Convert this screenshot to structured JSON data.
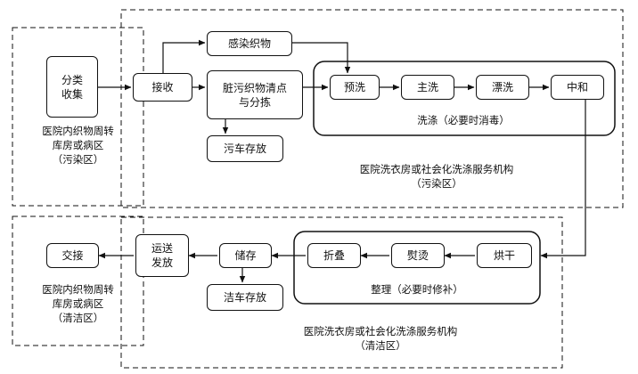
{
  "nodes": {
    "sort_collect": "分类\n收集",
    "receive": "接收",
    "infected": "感染织物",
    "dirty_sort": "脏污织物清点\n与分拣",
    "dirty_cart": "污车存放",
    "prewash": "预洗",
    "mainwash": "主洗",
    "rinse": "漂洗",
    "neutralize": "中和",
    "dry": "烘干",
    "iron": "熨烫",
    "fold": "折叠",
    "store": "储存",
    "clean_cart": "洁车存放",
    "transport": "运送\n发放",
    "handover": "交接"
  },
  "groups": {
    "washing": "洗涤（必要时消毒）",
    "finishing": "整理（必要时修补）"
  },
  "areas": {
    "dirty_ward": "医院内织物周转\n库房或病区\n（污染区）",
    "dirty_laundry": "医院洗衣房或社会化洗涤服务机构\n（污染区）",
    "clean_ward": "医院内织物周转\n库房或病区\n（清洁区）",
    "clean_laundry": "医院洗衣房或社会化洗涤服务机构\n（清洁区）"
  },
  "colors": {
    "line": "#111111",
    "background": "#ffffff"
  }
}
